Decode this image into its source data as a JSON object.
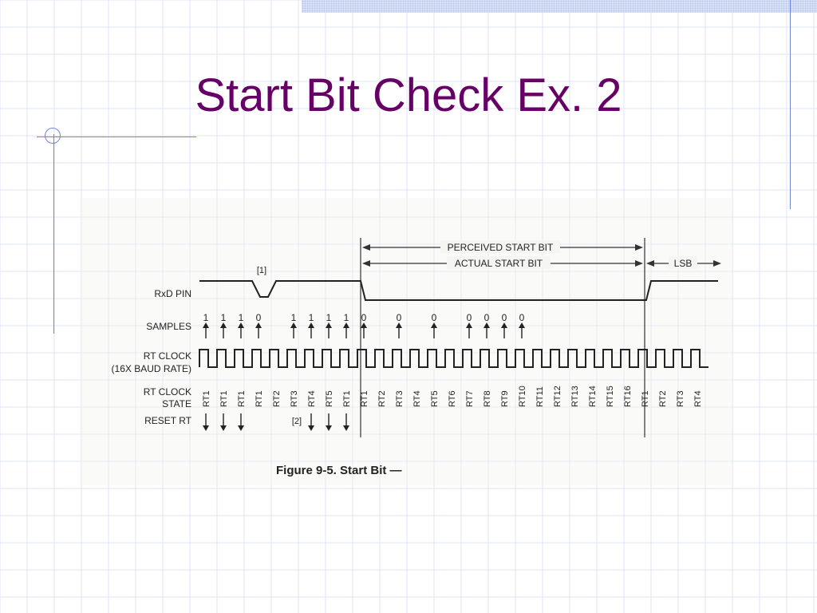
{
  "slide": {
    "title": "Start Bit Check Ex. 2",
    "title_color": "#660066",
    "accent_color": "#6f86d6"
  },
  "figure": {
    "caption": "Figure 9-5. Start Bit —",
    "perceived_start_bit": "PERCEIVED START BIT",
    "actual_start_bit": "ACTUAL START BIT",
    "lsb": "LSB",
    "note1": "[1]",
    "note2": "[2]",
    "rxd_label": "RxD PIN",
    "samples_label": "SAMPLES",
    "rtclock_label1": "RT CLOCK",
    "rtclock_label2": "(16X BAUD RATE)",
    "rtstate_label1": "RT CLOCK",
    "rtstate_label2": "STATE",
    "reset_label": "RESET RT",
    "samples": [
      {
        "slot": 0,
        "value": "1"
      },
      {
        "slot": 1,
        "value": "1"
      },
      {
        "slot": 2,
        "value": "1"
      },
      {
        "slot": 3,
        "value": "0"
      },
      {
        "slot": 5,
        "value": "1"
      },
      {
        "slot": 6,
        "value": "1"
      },
      {
        "slot": 7,
        "value": "1"
      },
      {
        "slot": 8,
        "value": "1"
      },
      {
        "slot": 9,
        "value": "0"
      },
      {
        "slot": 11,
        "value": "0"
      },
      {
        "slot": 13,
        "value": "0"
      },
      {
        "slot": 15,
        "value": "0"
      },
      {
        "slot": 16,
        "value": "0"
      },
      {
        "slot": 17,
        "value": "0"
      },
      {
        "slot": 18,
        "value": "0"
      }
    ],
    "states": [
      "RT1",
      "RT1",
      "RT1",
      "RT1",
      "RT2",
      "RT3",
      "RT4",
      "RT5",
      "RT1",
      "RT1",
      "RT2",
      "RT3",
      "RT4",
      "RT5",
      "RT6",
      "RT7",
      "RT8",
      "RT9",
      "RT10",
      "RT11",
      "RT12",
      "RT13",
      "RT14",
      "RT15",
      "RT16",
      "RT1",
      "RT2",
      "RT3",
      "RT4"
    ],
    "reset_slots": [
      0,
      1,
      2,
      6,
      7,
      8
    ]
  }
}
